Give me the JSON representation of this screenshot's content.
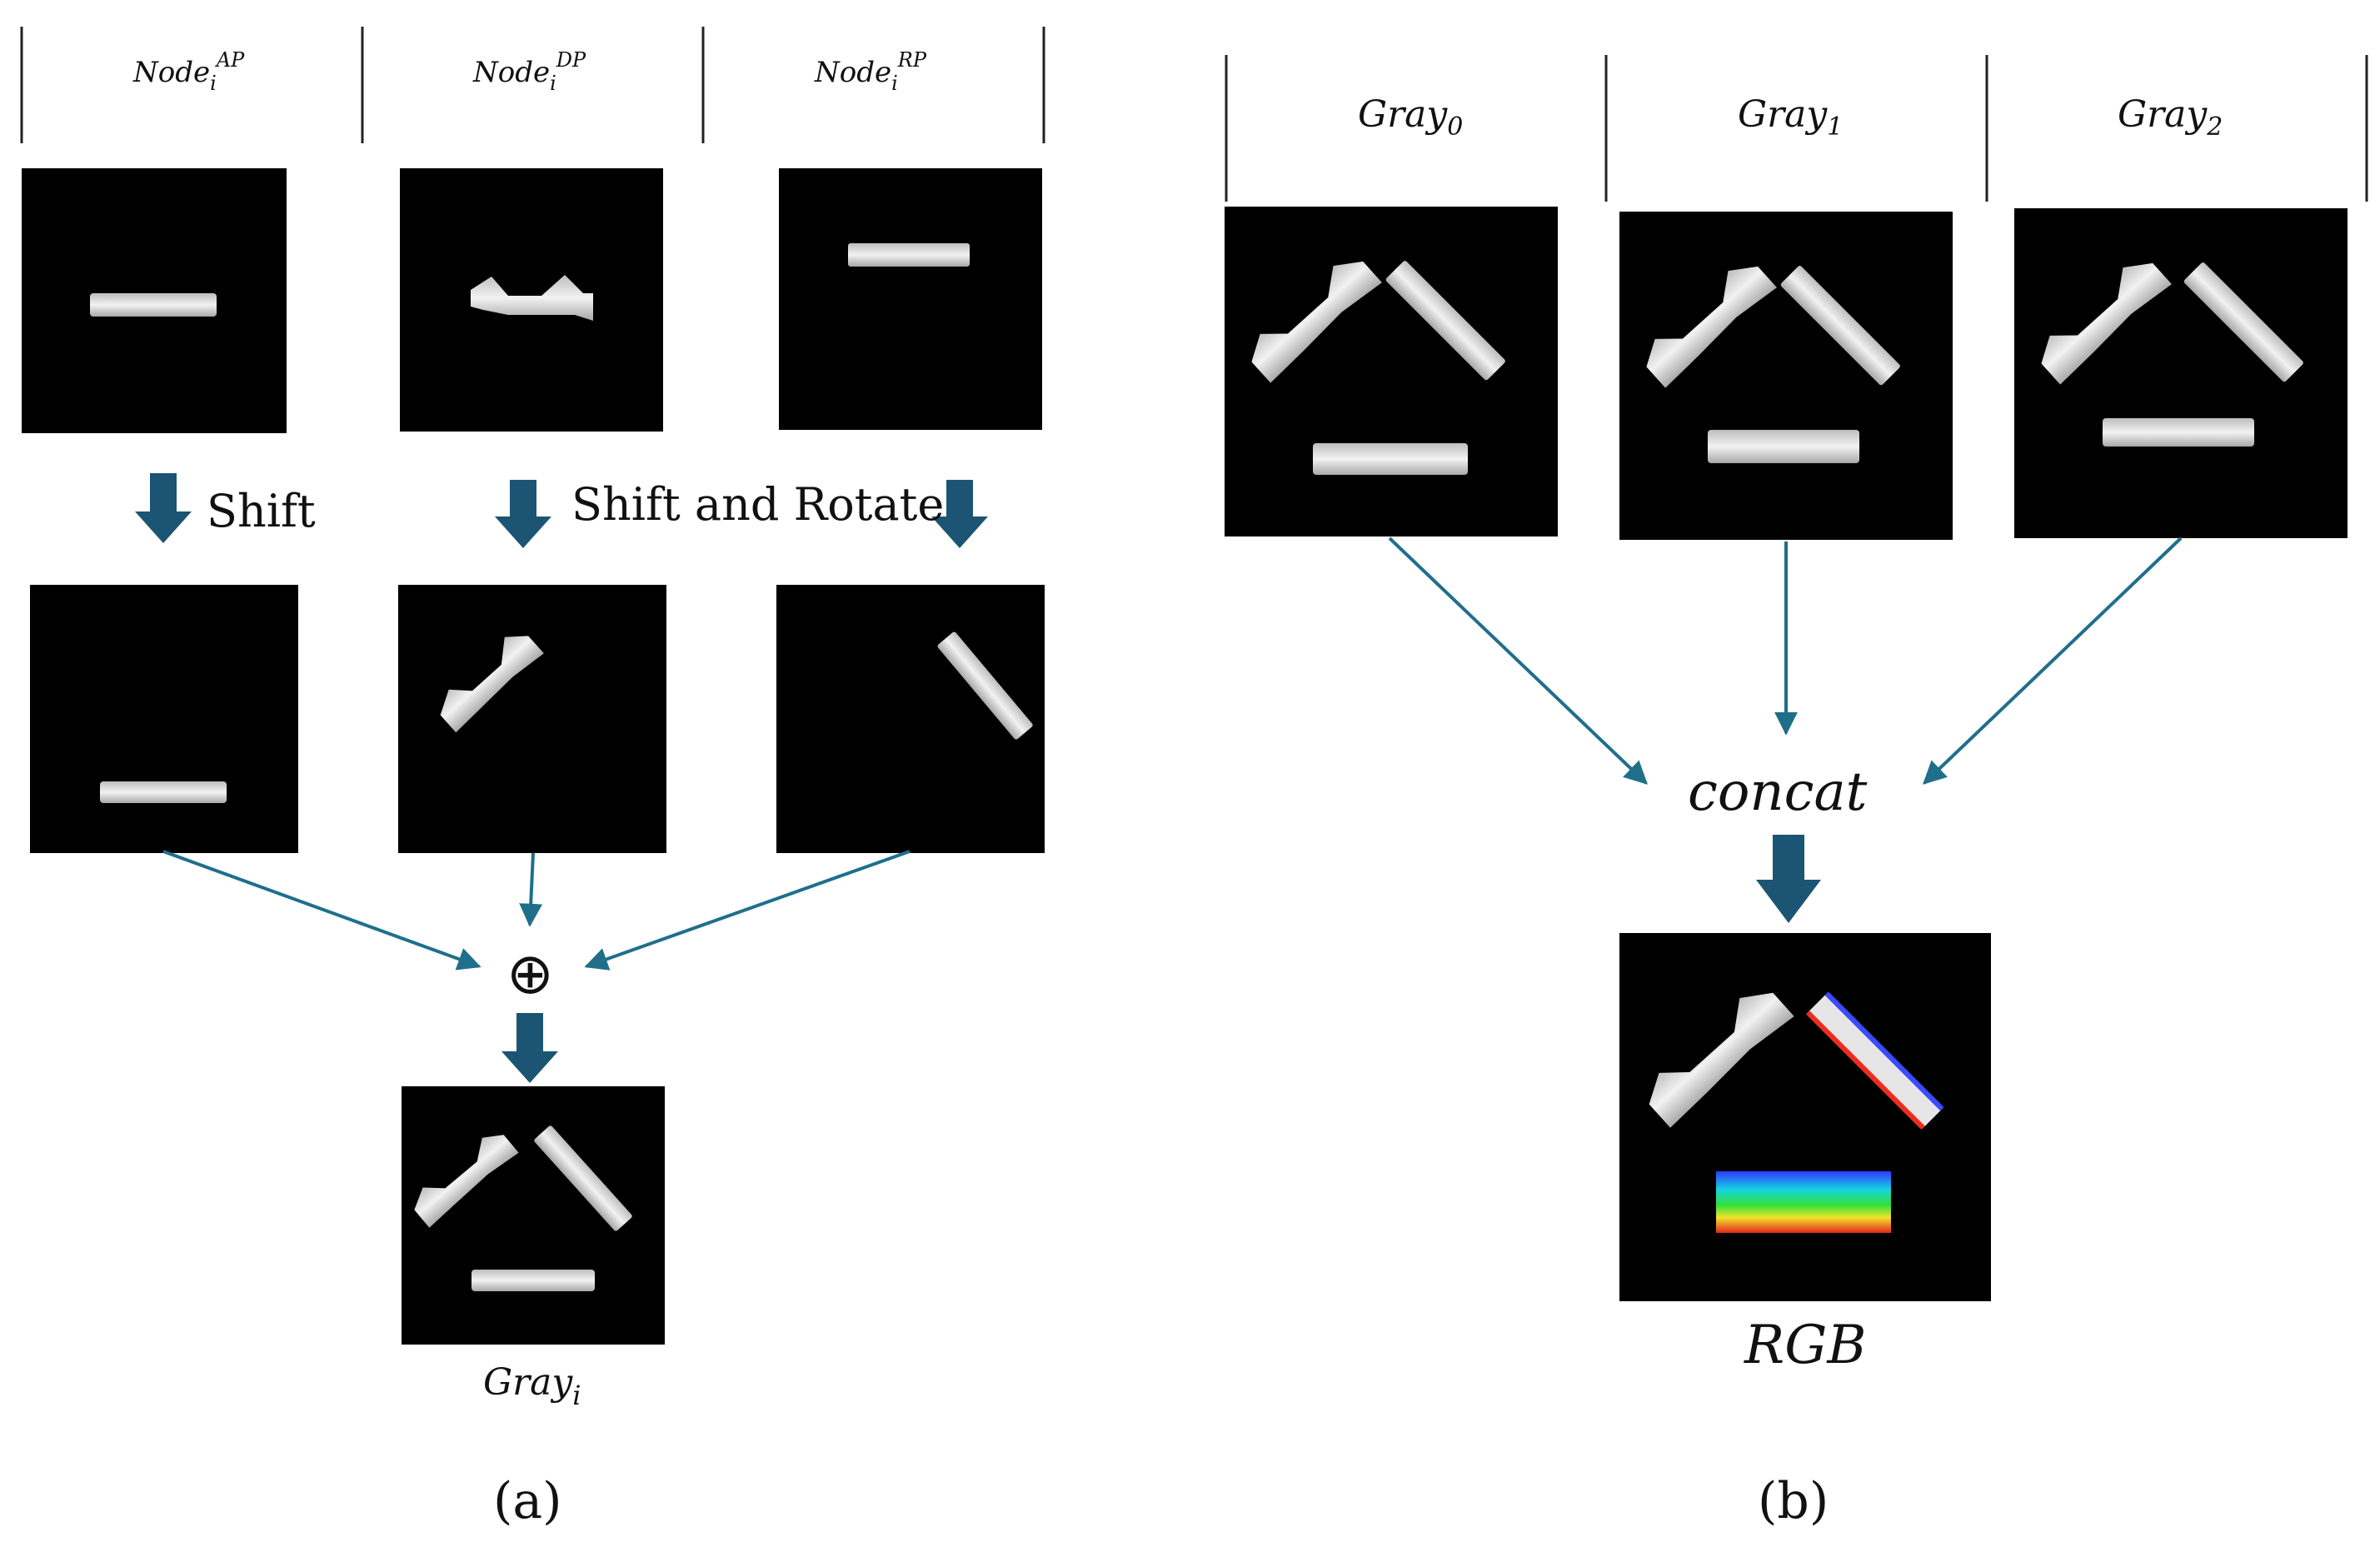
{
  "panel_a": {
    "headers": [
      {
        "base": "Node",
        "sub": "i",
        "sup": "AP"
      },
      {
        "base": "Node",
        "sub": "i",
        "sup": "DP"
      },
      {
        "base": "Node",
        "sub": "i",
        "sup": "RP"
      }
    ],
    "op_shift": "Shift",
    "op_shift_rotate": "Shift and Rotate",
    "sum_symbol": "⊕",
    "output": {
      "base": "Gray",
      "sub": "i"
    },
    "caption": "(a)"
  },
  "panel_b": {
    "headers": [
      {
        "base": "Gray",
        "sub": "0"
      },
      {
        "base": "Gray",
        "sub": "1"
      },
      {
        "base": "Gray",
        "sub": "2"
      }
    ],
    "concat_label": "concat",
    "output_label": "RGB",
    "caption": "(b)"
  },
  "colors": {
    "arrow_thin": "#1f6f8b",
    "arrow_block": "#1b5573",
    "image_bg": "#000000",
    "bone": "#d9d9d9"
  }
}
